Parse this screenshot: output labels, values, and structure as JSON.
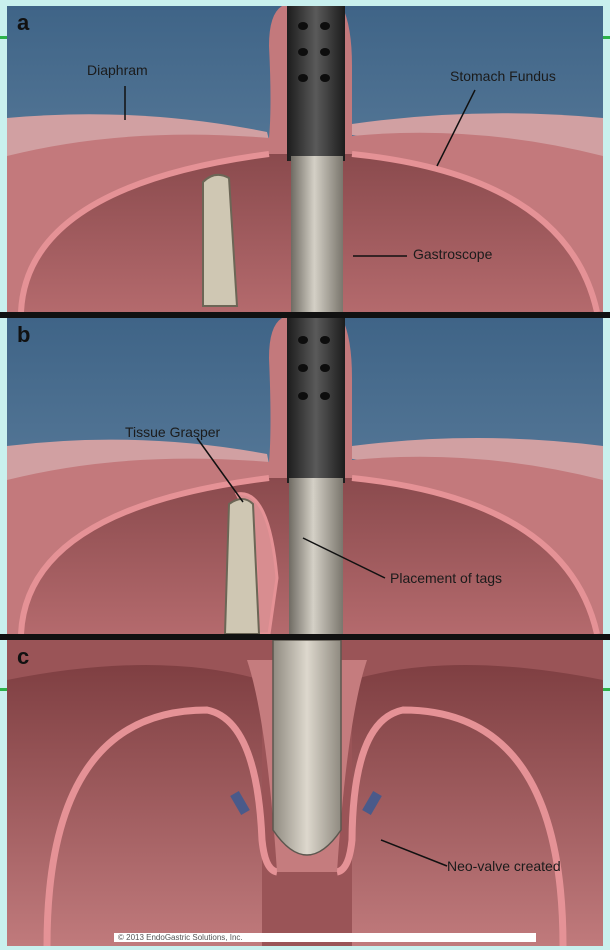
{
  "panels": [
    {
      "label": "a",
      "annotations": [
        "Diaphram",
        "Stomach Fundus",
        "Gastroscope"
      ]
    },
    {
      "label": "b",
      "annotations": [
        "Tissue Grasper",
        "Placement of tags"
      ]
    },
    {
      "label": "c",
      "annotations": [
        "Neo-valve created"
      ],
      "copyright": "© 2013 EndoGastric Solutions, Inc."
    }
  ],
  "colors": {
    "sky": "#4a6f90",
    "tissue": "#c57c7e",
    "tissue_edge": "#e59296",
    "scope": "#a9a59c",
    "scope_dark": "#2a2a2a",
    "accent_green": "#2db24a"
  }
}
